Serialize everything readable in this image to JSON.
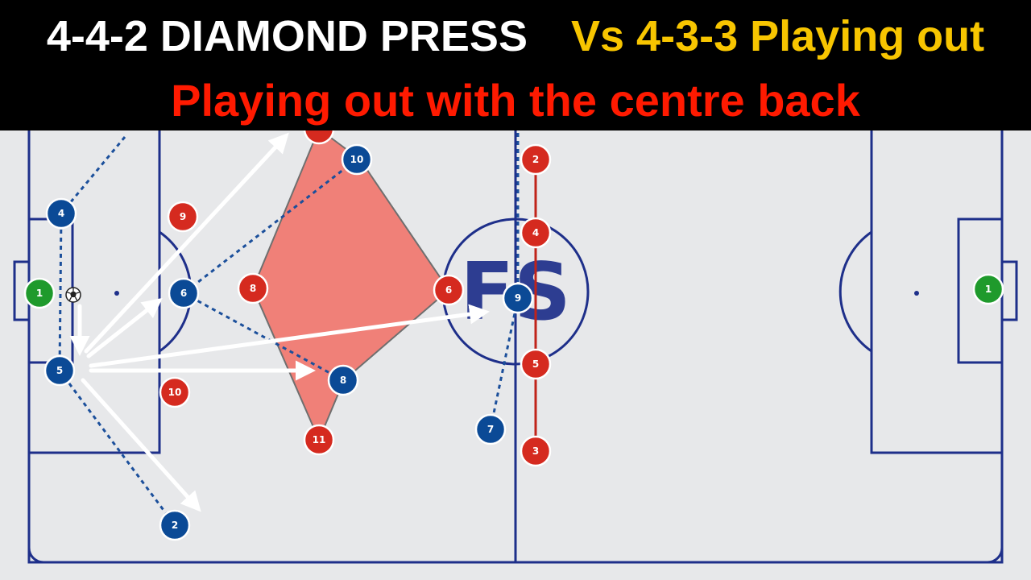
{
  "banner": {
    "title_part1": "4-4-2 DIAMOND PRESS",
    "title_part2": "Vs 4-3-3 Playing out",
    "subtitle": "Playing out with the centre back",
    "colors": {
      "part1": "#ffffff",
      "part2": "#f7c500",
      "subtitle": "#ff1a00",
      "background": "#000000"
    }
  },
  "logo": {
    "text": "FS"
  },
  "colors": {
    "pitch": "#e7e8ea",
    "lines": "#1e2f8a",
    "blue_team": "#0b4a96",
    "red_team": "#d52a1f",
    "goalkeeper": "#1f9a2c",
    "press_shape": "#f08078"
  },
  "players": {
    "blue": [
      {
        "id": "b-4",
        "label": "4"
      },
      {
        "id": "b-5",
        "label": "5"
      },
      {
        "id": "b-2",
        "label": "2"
      },
      {
        "id": "b-6",
        "label": "6"
      },
      {
        "id": "b-10",
        "label": "10"
      },
      {
        "id": "b-8",
        "label": "8"
      },
      {
        "id": "b-9",
        "label": "9"
      },
      {
        "id": "b-7",
        "label": "7"
      }
    ],
    "red": [
      {
        "id": "r-9",
        "label": "9"
      },
      {
        "id": "r-10",
        "label": "10"
      },
      {
        "id": "r-8",
        "label": "8"
      },
      {
        "id": "r-6",
        "label": "6"
      },
      {
        "id": "r-11",
        "label": "11"
      },
      {
        "id": "r-2",
        "label": "2"
      },
      {
        "id": "r-4",
        "label": "4"
      },
      {
        "id": "r-5",
        "label": "5"
      },
      {
        "id": "r-3",
        "label": "3"
      },
      {
        "id": "r-top",
        "label": ""
      }
    ],
    "goalkeepers": [
      {
        "id": "gk-left",
        "label": "1"
      },
      {
        "id": "gk-right",
        "label": "1"
      }
    ]
  }
}
